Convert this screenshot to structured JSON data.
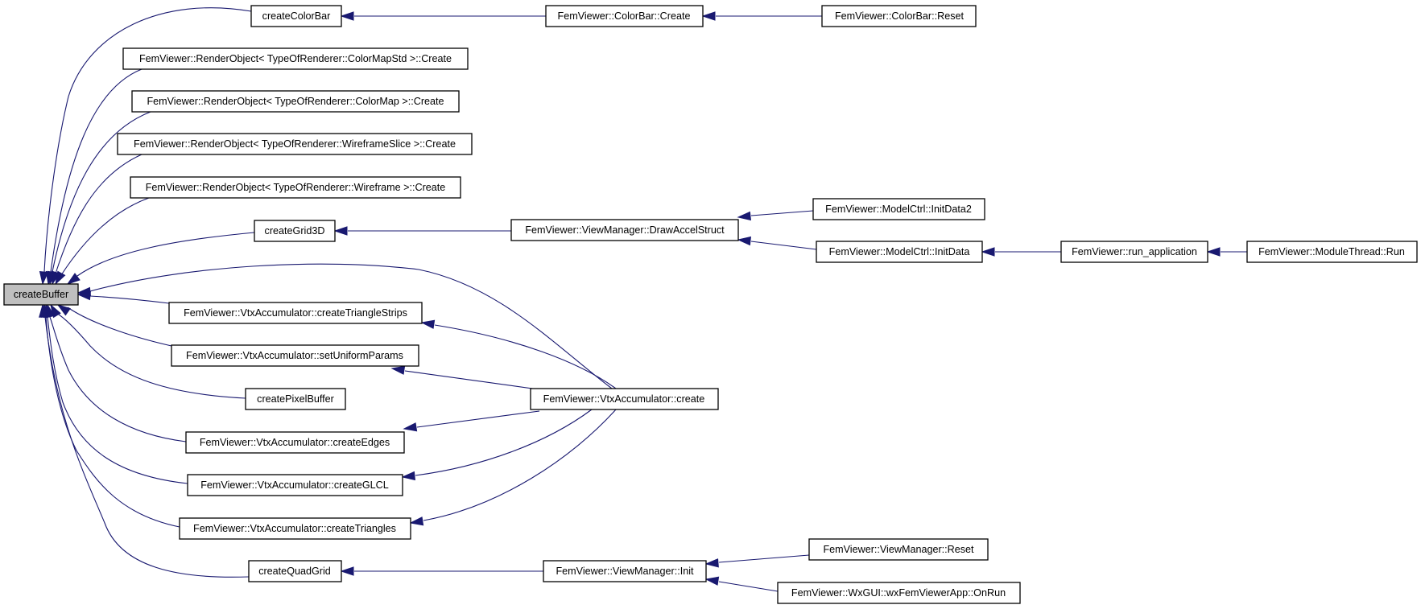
{
  "nodes": {
    "createBuffer": "createBuffer",
    "createColorBar": "createColorBar",
    "colorBarCreate": "FemViewer::ColorBar::Create",
    "colorBarReset": "FemViewer::ColorBar::Reset",
    "roColorMapStd": "FemViewer::RenderObject< TypeOfRenderer::ColorMapStd >::Create",
    "roColorMap": "FemViewer::RenderObject< TypeOfRenderer::ColorMap >::Create",
    "roWireframeSlice": "FemViewer::RenderObject< TypeOfRenderer::WireframeSlice >::Create",
    "roWireframe": "FemViewer::RenderObject< TypeOfRenderer::Wireframe >::Create",
    "createGrid3D": "createGrid3D",
    "drawAccelStruct": "FemViewer::ViewManager::DrawAccelStruct",
    "initData2": "FemViewer::ModelCtrl::InitData2",
    "initData": "FemViewer::ModelCtrl::InitData",
    "runApplication": "FemViewer::run_application",
    "moduleThreadRun": "FemViewer::ModuleThread::Run",
    "createTriangleStrips": "FemViewer::VtxAccumulator::createTriangleStrips",
    "setUniformParams": "FemViewer::VtxAccumulator::setUniformParams",
    "createPixelBuffer": "createPixelBuffer",
    "vtxCreate": "FemViewer::VtxAccumulator::create",
    "createEdges": "FemViewer::VtxAccumulator::createEdges",
    "createGLCL": "FemViewer::VtxAccumulator::createGLCL",
    "createTriangles": "FemViewer::VtxAccumulator::createTriangles",
    "createQuadGrid": "createQuadGrid",
    "viewManagerInit": "FemViewer::ViewManager::Init",
    "viewManagerReset": "FemViewer::ViewManager::Reset",
    "wxOnRun": "FemViewer::WxGUI::wxFemViewerApp::OnRun"
  },
  "colors": {
    "edge": "#191970",
    "root_fill": "#bfbfbf",
    "node_fill": "#ffffff",
    "node_border": "#000000"
  },
  "edges": [
    {
      "from": "createColorBar",
      "to": "createBuffer"
    },
    {
      "from": "roColorMapStd",
      "to": "createBuffer"
    },
    {
      "from": "roColorMap",
      "to": "createBuffer"
    },
    {
      "from": "roWireframeSlice",
      "to": "createBuffer"
    },
    {
      "from": "roWireframe",
      "to": "createBuffer"
    },
    {
      "from": "createGrid3D",
      "to": "createBuffer"
    },
    {
      "from": "vtxCreate",
      "to": "createBuffer"
    },
    {
      "from": "createTriangleStrips",
      "to": "createBuffer"
    },
    {
      "from": "setUniformParams",
      "to": "createBuffer"
    },
    {
      "from": "createPixelBuffer",
      "to": "createBuffer"
    },
    {
      "from": "createEdges",
      "to": "createBuffer"
    },
    {
      "from": "createGLCL",
      "to": "createBuffer"
    },
    {
      "from": "createTriangles",
      "to": "createBuffer"
    },
    {
      "from": "createQuadGrid",
      "to": "createBuffer"
    },
    {
      "from": "colorBarCreate",
      "to": "createColorBar"
    },
    {
      "from": "colorBarReset",
      "to": "colorBarCreate"
    },
    {
      "from": "drawAccelStruct",
      "to": "createGrid3D"
    },
    {
      "from": "initData2",
      "to": "drawAccelStruct"
    },
    {
      "from": "initData",
      "to": "drawAccelStruct"
    },
    {
      "from": "runApplication",
      "to": "initData"
    },
    {
      "from": "moduleThreadRun",
      "to": "runApplication"
    },
    {
      "from": "vtxCreate",
      "to": "createTriangleStrips"
    },
    {
      "from": "vtxCreate",
      "to": "setUniformParams"
    },
    {
      "from": "vtxCreate",
      "to": "createEdges"
    },
    {
      "from": "vtxCreate",
      "to": "createGLCL"
    },
    {
      "from": "vtxCreate",
      "to": "createTriangles"
    },
    {
      "from": "viewManagerInit",
      "to": "createQuadGrid"
    },
    {
      "from": "viewManagerReset",
      "to": "viewManagerInit"
    },
    {
      "from": "wxOnRun",
      "to": "viewManagerInit"
    }
  ]
}
